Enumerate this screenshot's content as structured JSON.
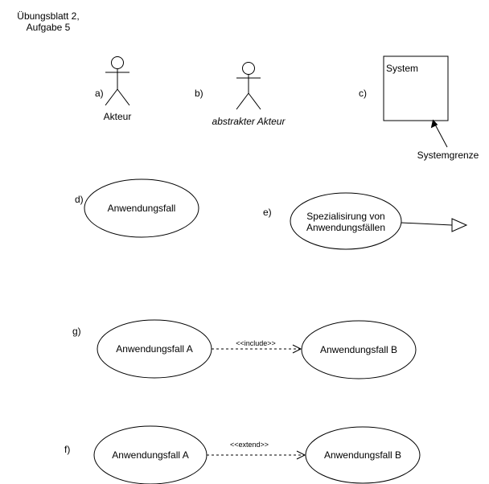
{
  "header": {
    "title_line1": "Übungsblatt 2,",
    "title_line2": "Aufgabe 5"
  },
  "labels": {
    "a": "a)",
    "b": "b)",
    "c": "c)",
    "d": "d)",
    "e": "e)",
    "g": "g)",
    "f": "f)"
  },
  "actor": {
    "label": "Akteur"
  },
  "abstract_actor": {
    "label": "abstrakter Akteur"
  },
  "system": {
    "label": "System",
    "boundary_label": "Systemgrenze"
  },
  "use_case": {
    "label": "Anwendungsfall"
  },
  "specialization": {
    "line1": "Spezialisirung von",
    "line2": "Anwendungsfällen"
  },
  "include_relation": {
    "source": "Anwendungsfall A",
    "target": "Anwendungsfall B",
    "stereotype": "<<include>>"
  },
  "extend_relation": {
    "source": "Anwendungsfall A",
    "target": "Anwendungsfall B",
    "stereotype": "<<extend>>"
  }
}
